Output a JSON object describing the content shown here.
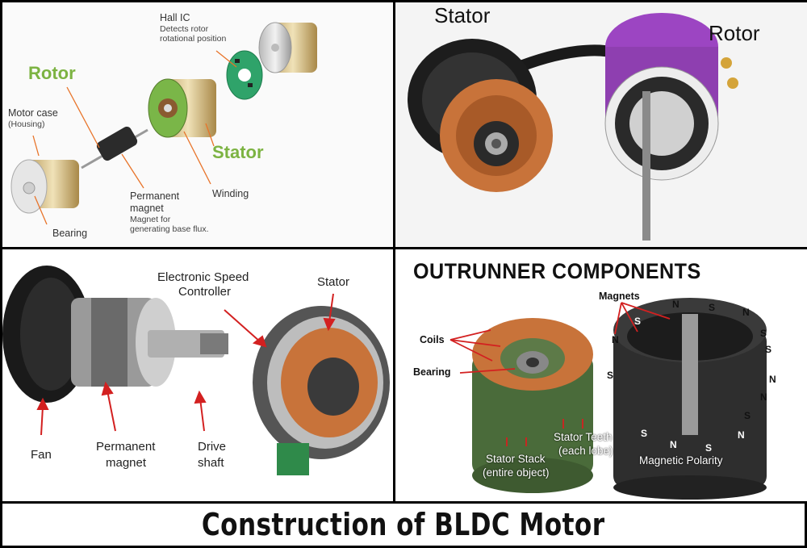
{
  "title": "Construction of BLDC Motor",
  "panel1": {
    "hall_ic": "Hall IC",
    "hall_ic_desc_1": "Detects rotor",
    "hall_ic_desc_2": "rotational position",
    "rotor": "Rotor",
    "motor_case": "Motor case",
    "housing": "(Housing)",
    "stator": "Stator",
    "winding": "Winding",
    "permanent_magnet_1": "Permanent",
    "permanent_magnet_2": "magnet",
    "magnet_desc_1": "Magnet for",
    "magnet_desc_2": "generating base flux.",
    "bearing": "Bearing"
  },
  "panel2": {
    "stator": "Stator",
    "rotor": "Rotor"
  },
  "panel3": {
    "esc_1": "Electronic Speed",
    "esc_2": "Controller",
    "stator": "Stator",
    "fan": "Fan",
    "permanent_magnet_1": "Permanent",
    "permanent_magnet_2": "magnet",
    "drive_shaft_1": "Drive",
    "drive_shaft_2": "shaft"
  },
  "panel4": {
    "heading": "OUTRUNNER COMPONENTS",
    "magnets": "Magnets",
    "coils": "Coils",
    "bearing": "Bearing",
    "stator_teeth_1": "Stator Teeth",
    "stator_teeth_2": "(each lobe)",
    "stator_stack_1": "Stator Stack",
    "stator_stack_2": "(entire object)",
    "magnetic_polarity": "Magnetic Polarity",
    "pole_n": "N",
    "pole_s": "S"
  },
  "colors": {
    "green_label": "#7cb342",
    "arrow_orange": "#e8742a",
    "arrow_red": "#d32020",
    "copper": "#c8733a",
    "rotor_purple": "#8e3fb0",
    "stator_green": "#4a6b3a"
  }
}
